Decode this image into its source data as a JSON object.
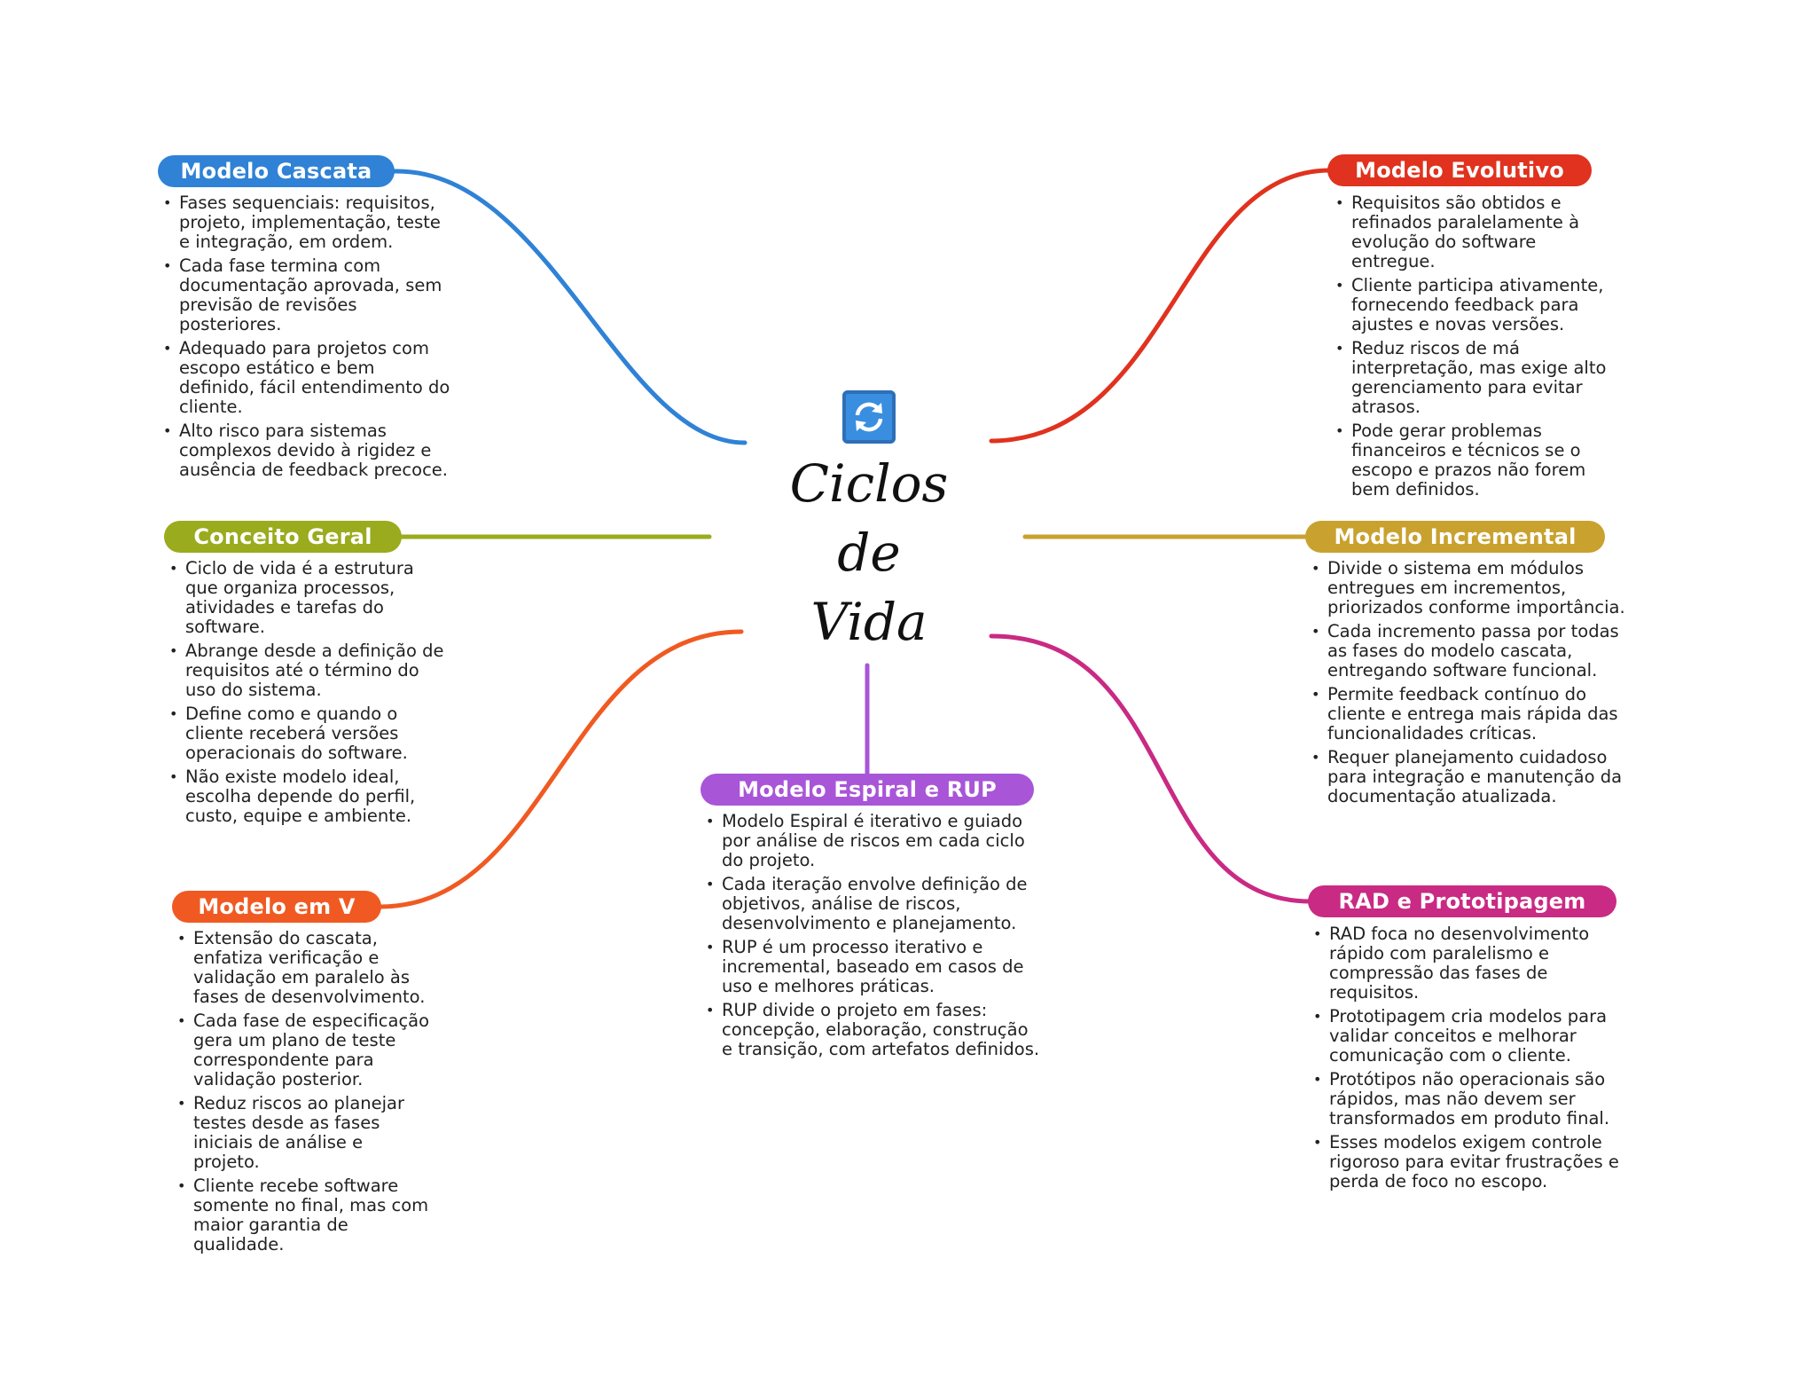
{
  "title": "Ciclos\nde\nVida",
  "icon": "refresh-cycle-icon",
  "colors": {
    "blue": "#2f82d6",
    "green": "#9aab1e",
    "orange": "#f05a22",
    "purple": "#a855d8",
    "red": "#e0321e",
    "gold": "#c9a12e",
    "magenta": "#c92a83"
  },
  "branches": {
    "cascata": {
      "label": "Modelo Cascata",
      "items": [
        "Fases sequenciais: requisitos, projeto, implementação, teste e integração, em ordem.",
        "Cada fase termina com documentação aprovada, sem previsão de revisões posteriores.",
        "Adequado para projetos com escopo estático e bem definido, fácil entendimento do cliente.",
        "Alto risco para sistemas complexos devido à rigidez e ausência de feedback precoce."
      ]
    },
    "conceito": {
      "label": "Conceito Geral",
      "items": [
        "Ciclo de vida é a estrutura que organiza processos, atividades e tarefas do software.",
        "Abrange desde a definição de requisitos até o término do uso do sistema.",
        "Define como e quando o cliente receberá versões operacionais do software.",
        "Não existe modelo ideal, escolha depende do perfil, custo, equipe e ambiente."
      ]
    },
    "v": {
      "label": "Modelo em V",
      "items": [
        "Extensão do cascata, enfatiza verificação e validação em paralelo às fases de desenvolvimento.",
        "Cada fase de especificação gera um plano de teste correspondente para validação posterior.",
        "Reduz riscos ao planejar testes desde as fases iniciais de análise e projeto.",
        "Cliente recebe software somente no final, mas com maior garantia de qualidade."
      ]
    },
    "espiral": {
      "label": "Modelo Espiral e RUP",
      "items": [
        "Modelo Espiral é iterativo e guiado por análise de riscos em cada ciclo do projeto.",
        "Cada iteração envolve definição de objetivos, análise de riscos, desenvolvimento e planejamento.",
        "RUP é um processo iterativo e incremental, baseado em casos de uso e melhores práticas.",
        "RUP divide o projeto em fases: concepção, elaboração, construção e transição, com artefatos definidos."
      ]
    },
    "evolutivo": {
      "label": "Modelo Evolutivo",
      "items": [
        "Requisitos são obtidos e refinados paralelamente à evolução do software entregue.",
        "Cliente participa ativamente, fornecendo feedback para ajustes e novas versões.",
        "Reduz riscos de má interpretação, mas exige alto gerenciamento para evitar atrasos.",
        "Pode gerar problemas financeiros e técnicos se o escopo e prazos não forem bem definidos."
      ]
    },
    "incremental": {
      "label": "Modelo Incremental",
      "items": [
        "Divide o sistema em módulos entregues em incrementos, priorizados conforme importância.",
        "Cada incremento passa por todas as fases do modelo cascata, entregando software funcional.",
        "Permite feedback contínuo do cliente e entrega mais rápida das funcionalidades críticas.",
        "Requer planejamento cuidadoso para integração e manutenção da documentação atualizada."
      ]
    },
    "rad": {
      "label": "RAD e Prototipagem",
      "items": [
        "RAD foca no desenvolvimento rápido com paralelismo e compressão das fases de requisitos.",
        "Prototipagem cria modelos para validar conceitos e melhorar comunicação com o cliente.",
        "Protótipos não operacionais são rápidos, mas não devem ser transformados em produto final.",
        "Esses modelos exigem controle rigoroso para evitar frustrações e perda de foco no escopo."
      ]
    }
  }
}
